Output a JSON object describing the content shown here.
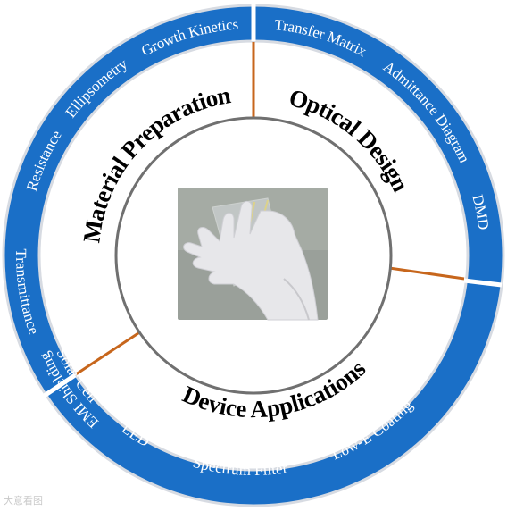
{
  "colors": {
    "ring_blue": "#1a6fc7",
    "ring_edge": "#d7dbe2",
    "divider_orange": "#c7661c",
    "inner_circle": "#707070",
    "photo_bg": "#9aa09a",
    "glove": "#e7e7ea",
    "glass_line": "#dcd28a"
  },
  "sectors": {
    "material": {
      "label": "Material Preparation"
    },
    "optical": {
      "label": "Optical Design"
    },
    "device": {
      "label": "Device Applications"
    }
  },
  "ring_labels": {
    "growth_kinetics": "Growth Kinetics",
    "ellipsometry": "Ellipsometry",
    "resistance": "Resistance",
    "transmittance": "Transmittance",
    "transfer_matrix": "Transfer Matrix",
    "admittance_diagram": "Admittance Diagram",
    "dmd": "DMD",
    "emi_shielding": "EMI Shielding",
    "low_e_coating": "Low-E Coating",
    "spectrum_filter": "Spectrum Filter",
    "led": "LED",
    "solar_cell": "Solar Cell"
  },
  "center_image": {
    "icon": "gloved-hand-holding-flexible-film"
  },
  "watermark": {
    "text": "大意看图"
  }
}
